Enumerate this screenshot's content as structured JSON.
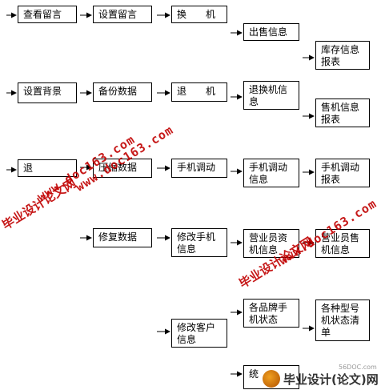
{
  "nodes": {
    "view_messages": "查看留言",
    "set_messages": "设置留言",
    "exchange": "换　　机",
    "sales_info": "出售信息",
    "inventory_report": "库存信息\n报表",
    "set_background": "设置背景",
    "backup_data": "备份数据",
    "return_phone": "退　　机",
    "return_exchange_info": "退换机信息",
    "sales_report": "售机信息\n报表",
    "exit": "退",
    "compress_data": "压缩数据",
    "phone_transfer": "手机调动",
    "phone_transfer_info": "手机调动\n信息",
    "phone_transfer_report": "手机调动\n报表",
    "repair_data": "修复数据",
    "modify_phone_info": "修改手机\n信息",
    "staff_info": "营业员资\n机信息",
    "staff_sales_info": "营业员售\n机信息",
    "brand_status": "各品牌手\n机状态",
    "model_status_list": "各种型号\n机状态清\n单",
    "modify_customer_info": "修改客户\n信息",
    "statistics_partial": "统"
  },
  "watermarks": {
    "url": "www.doc163.com",
    "site_name": "毕业设计论文网",
    "small_mark": "56DOC.com",
    "logo_text": "毕业设计(论文)网"
  }
}
